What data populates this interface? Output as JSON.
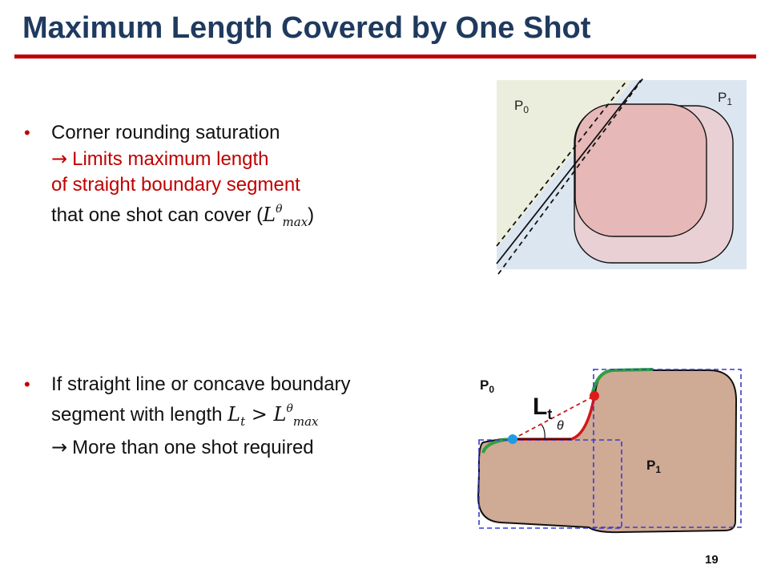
{
  "slide": {
    "title": "Maximum Length Covered by One Shot",
    "page_number": "19"
  },
  "bullets": [
    {
      "lines": {
        "l1": "Corner rounding saturation",
        "l2_arrow": "→",
        "l2": "Limits maximum length",
        "l3": "of straight boundary segment",
        "l4": "that one shot can cover (",
        "l4_close": ")"
      },
      "math": {
        "L": "L",
        "theta": "θ",
        "max": "max"
      }
    },
    {
      "lines": {
        "l1": "If straight line or concave boundary",
        "l2": "segment with length",
        "l3_arrow": "→",
        "l3": "More than one shot required"
      },
      "math": {
        "L": "L",
        "t": "t",
        "gt": ">",
        "theta": "θ",
        "max": "max"
      }
    }
  ],
  "figure_top": {
    "label_p0": "P",
    "label_p0_sub": "0",
    "label_p1": "P",
    "label_p1_sub": "1"
  },
  "figure_bottom": {
    "label_p0": "P",
    "label_p0_sub": "0",
    "label_p1": "P",
    "label_p1_sub": "1",
    "label_lt": "L",
    "label_lt_sub": "t",
    "label_theta": "θ"
  },
  "colors": {
    "title": "#1f3a5f",
    "accent_red": "#c00000",
    "shot_blue_bg": "#dce6f1",
    "shot_green_bg": "#ebeedd",
    "shot_pink": "#e6b8b7",
    "shot_pink_light": "#e8d0d4",
    "shape_brown": "#cfaa94",
    "dashed_blue": "#3a3ad0",
    "boundary_green": "#2ea043",
    "point_blue": "#1e9be8",
    "point_red": "#e01a1a"
  }
}
